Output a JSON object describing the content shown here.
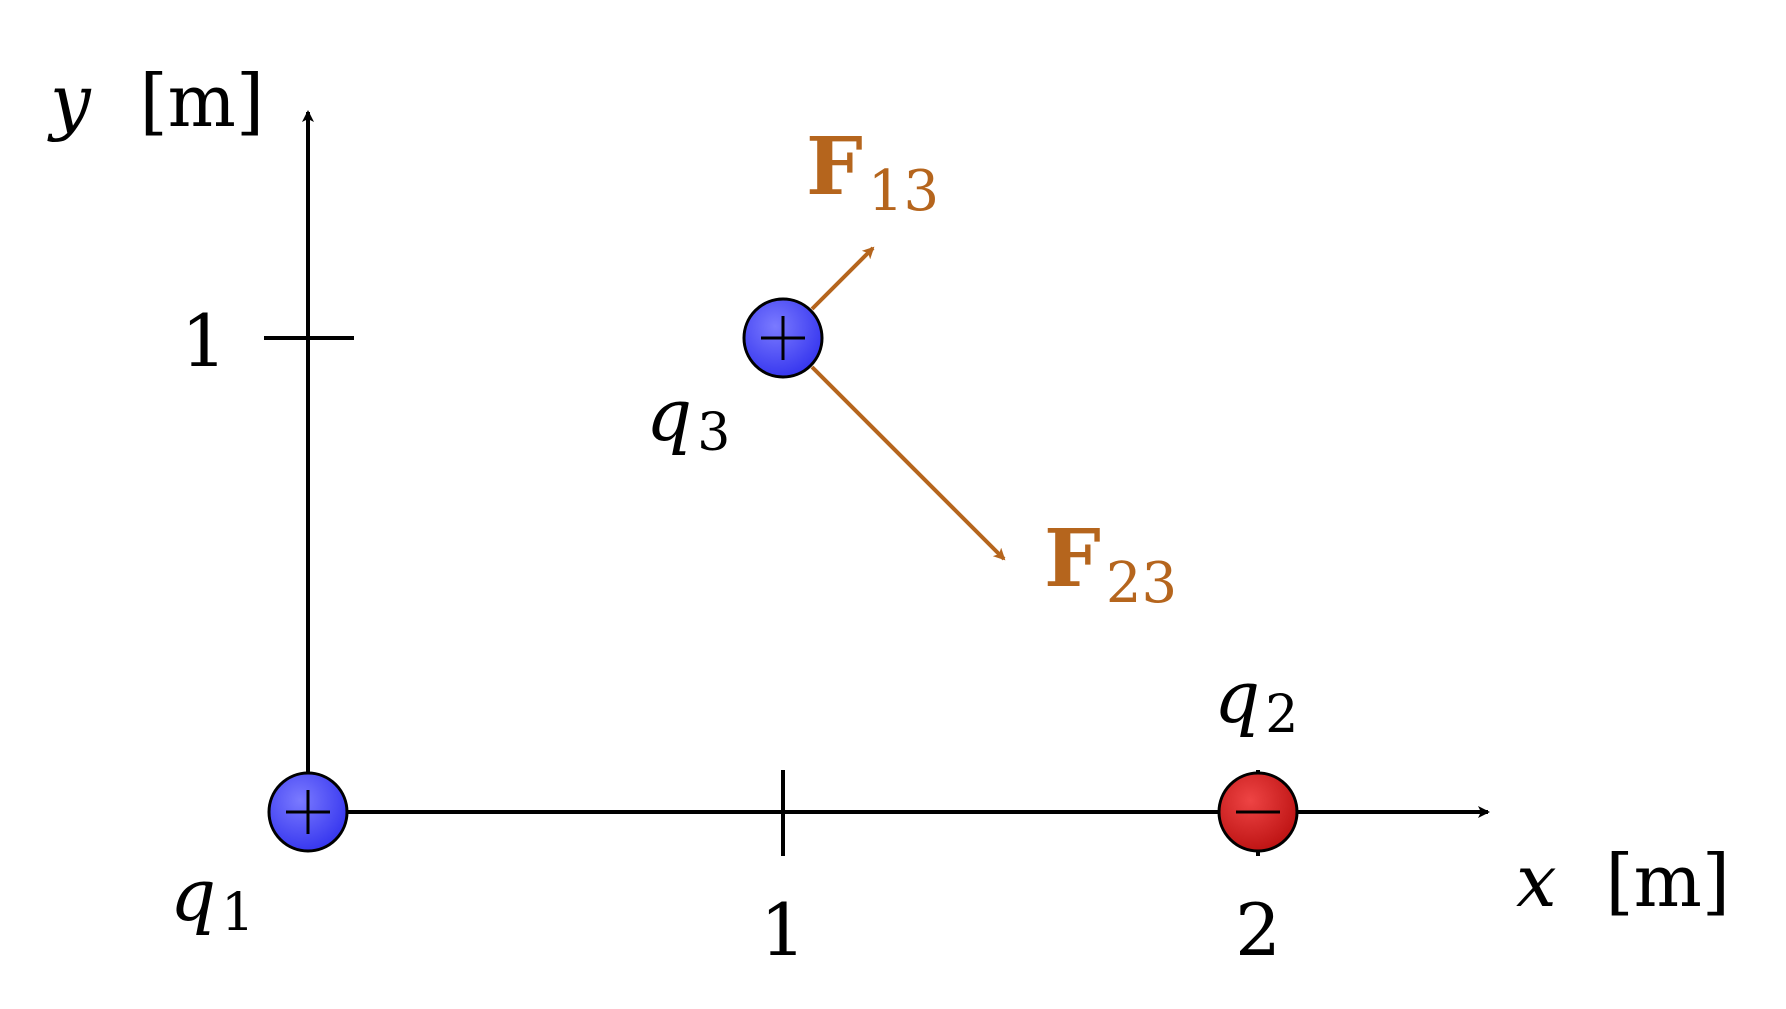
{
  "axes": {
    "x_label_var": "x",
    "x_label_unit": "[m]",
    "y_label_var": "y",
    "y_label_unit": "[m]",
    "x_ticks": [
      "1",
      "2"
    ],
    "y_ticks": [
      "1"
    ]
  },
  "charges": [
    {
      "name": "q",
      "sub": "1",
      "x": 0,
      "y": 0,
      "sign": "+",
      "sign_symbol": "plus-icon",
      "color": "#4d4dff"
    },
    {
      "name": "q",
      "sub": "2",
      "x": 2,
      "y": 0,
      "sign": "−",
      "sign_symbol": "minus-icon",
      "color": "#dd2222"
    },
    {
      "name": "q",
      "sub": "3",
      "x": 1,
      "y": 1,
      "sign": "+",
      "sign_symbol": "plus-icon",
      "color": "#4d4dff"
    }
  ],
  "forces": [
    {
      "name": "F",
      "sub": "13",
      "direction": "away from q1"
    },
    {
      "name": "F",
      "sub": "23",
      "direction": "toward q2"
    }
  ],
  "colors": {
    "force": "#b5651d",
    "positive": "#4d4dff",
    "negative": "#dd2222",
    "axis": "#000000"
  }
}
